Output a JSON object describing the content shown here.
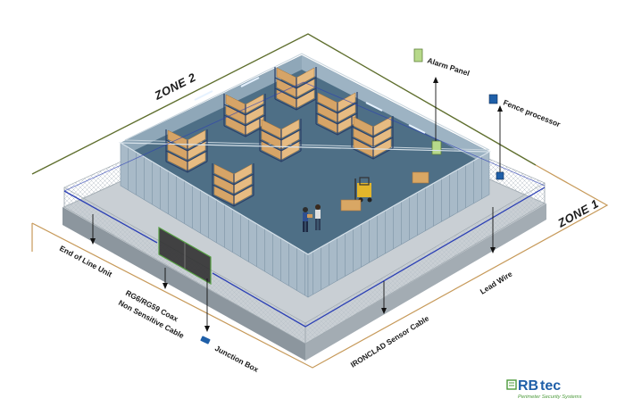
{
  "zones": {
    "zone1": "ZONE 1",
    "zone2": "ZONE 2"
  },
  "callouts": {
    "alarm_panel": "Alarm Panel",
    "fence_processor": "Fence processor",
    "end_of_line_unit": "End of Line Unit",
    "coax_line1": "RG6/RG59 Coax",
    "coax_line2": "Non Sensitive Cable",
    "junction_box": "Junction Box",
    "sensor_cable": "IRONCLAD Sensor Cable",
    "lead_wire": "Lead Wire"
  },
  "logo": {
    "brand_prefix": "RB",
    "brand_suffix": "tec",
    "tagline": "Perimeter Security Systems"
  },
  "colors": {
    "zone1_line": "#c79a5a",
    "zone2_line": "#5f6f2e",
    "sensor_cable": "#2b3fb5",
    "floor": "#4e6f86",
    "fence": "#a9bac7",
    "logo_green": "#4c9a3b",
    "logo_blue": "#1f5fa8"
  }
}
